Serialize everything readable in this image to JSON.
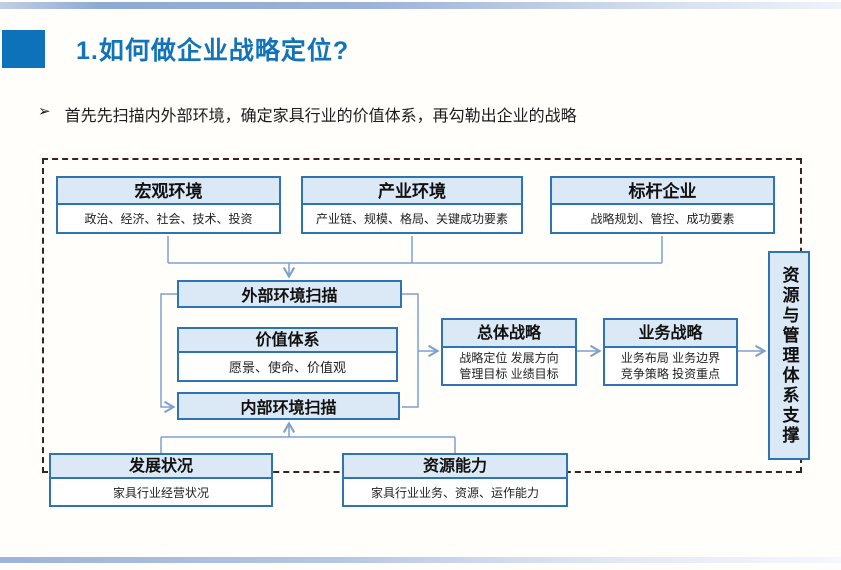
{
  "header": {
    "title": "1.如何做企业战略定位?"
  },
  "intro": {
    "bullet_marker": "➢",
    "text": "首先先扫描内外部环境，确定家具行业的价值体系，再勾勒出企业的战略"
  },
  "colors": {
    "accent_blue": "#0d72b9",
    "title_blue": "#1173ba",
    "box_border": "#2e74b5",
    "box_header_fill": "#dbe8f5",
    "connector": "#7da0cf",
    "dashed_frame": "#3b2020"
  },
  "diagram": {
    "top_row": [
      {
        "title": "宏观环境",
        "detail": "政治、经济、社会、技术、投资"
      },
      {
        "title": "产业环境",
        "detail": "产业链、规模、格局、关键成功要素"
      },
      {
        "title": "标杆企业",
        "detail": "战略规划、管控、成功要素"
      }
    ],
    "scan": {
      "external": "外部环境扫描",
      "values": {
        "title": "价值体系",
        "detail": "愿景、使命、价值观"
      },
      "internal": "内部环境扫描"
    },
    "strategy": [
      {
        "title": "总体战略",
        "line1": "战略定位 发展方向",
        "line2": "管理目标 业绩目标"
      },
      {
        "title": "业务战略",
        "line1": "业务布局 业务边界",
        "line2": "竞争策略 投资重点"
      }
    ],
    "bottom_row": [
      {
        "title": "发展状况",
        "detail": "家具行业经营状况"
      },
      {
        "title": "资源能力",
        "detail": "家具行业业务、资源、运作能力"
      }
    ],
    "support": "资源与管理体系支撑"
  }
}
